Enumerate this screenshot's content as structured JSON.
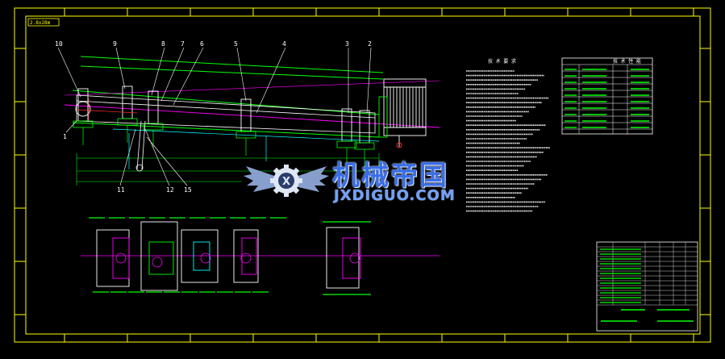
{
  "drawing": {
    "title_tag": "2.8x28m",
    "part_numbers": [
      "10",
      "9",
      "8",
      "7",
      "6",
      "5",
      "4",
      "3",
      "2",
      "1",
      "11",
      "12",
      "15"
    ],
    "technical_requirements_title": "技 术 要 求",
    "spec_table_title": "技 术 性 能",
    "colors": {
      "frame": "#ffff00",
      "green": "#00ff00",
      "cyan": "#00ffff",
      "magenta": "#ff00ff",
      "white": "#ffffff",
      "red": "#ff3030"
    }
  },
  "watermark": {
    "cn": "机械帝国",
    "en": "JXDIGUO.COM",
    "logo_icon": "gear-wings-logo-icon",
    "colors": {
      "cn": "#3a6ee8",
      "en": "#6fa0ff",
      "logo": "#8fa8d8"
    }
  }
}
